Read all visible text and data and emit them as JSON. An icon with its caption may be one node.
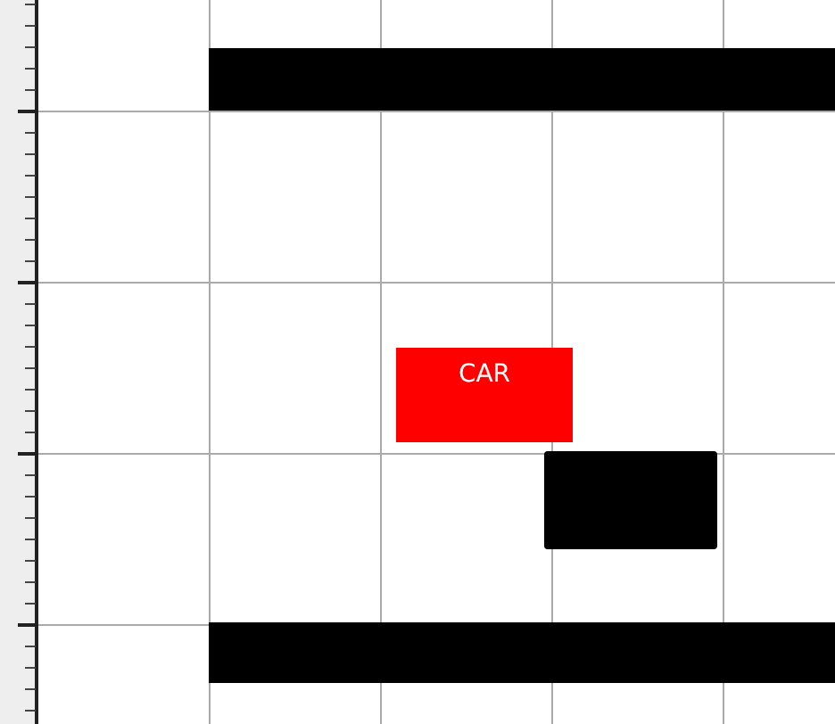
{
  "diagram": {
    "nodes": [
      {
        "text": [],
        "shape": "bar"
      },
      {
        "text": [
          "CAR"
        ]
      },
      {
        "text": [],
        "shape": "box"
      },
      {
        "text": [],
        "shape": "bar"
      }
    ]
  }
}
